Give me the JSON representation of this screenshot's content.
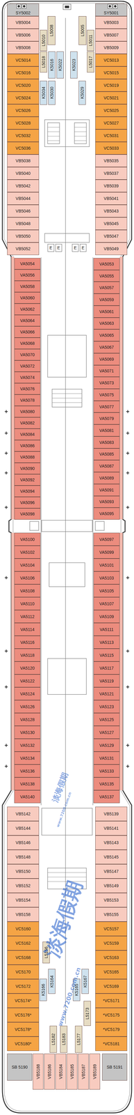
{
  "diagram": {
    "nodes": [
      {
        "text": [
          "SY5002"
        ]
      },
      {
        "text": [
          "SY5001"
        ]
      },
      {
        "text": [
          "VB5004"
        ]
      },
      {
        "text": [
          "VB5006"
        ]
      },
      {
        "text": [
          "VB5008"
        ]
      },
      {
        "text": [
          "VC5014"
        ]
      },
      {
        "text": [
          "VC5016"
        ]
      },
      {
        "text": [
          "VC5020"
        ]
      },
      {
        "text": [
          "VC5024"
        ]
      },
      {
        "text": [
          "VC5026"
        ]
      },
      {
        "text": [
          "VC5028"
        ]
      },
      {
        "text": [
          "VC5032"
        ]
      },
      {
        "text": [
          "VC5036"
        ]
      },
      {
        "text": [
          "VB5038"
        ]
      },
      {
        "text": [
          "VB5040"
        ]
      },
      {
        "text": [
          "VB5042"
        ]
      },
      {
        "text": [
          "VB5044"
        ]
      },
      {
        "text": [
          "VB5046"
        ]
      },
      {
        "text": [
          "VB5048"
        ]
      },
      {
        "text": [
          "VB5050"
        ]
      },
      {
        "text": [
          "VB5052"
        ]
      },
      {
        "text": [
          "L5008"
        ]
      },
      {
        "text": [
          "L5010"
        ]
      },
      {
        "text": [
          "L5018"
        ]
      },
      {
        "text": [
          "K5016"
        ]
      },
      {
        "text": [
          "K5022"
        ]
      },
      {
        "text": [
          "K5034"
        ]
      },
      {
        "text": [
          "K5030"
        ]
      },
      {
        "text": [
          "L5005"
        ]
      },
      {
        "text": [
          "L5011"
        ]
      },
      {
        "text": [
          "L5017"
        ]
      },
      {
        "text": [
          "K5023"
        ]
      },
      {
        "text": [
          "K5029"
        ]
      },
      {
        "text": [
          "VB5003"
        ]
      },
      {
        "text": [
          "VB5007"
        ]
      },
      {
        "text": [
          "VB5009"
        ]
      },
      {
        "text": [
          "VC5013"
        ]
      },
      {
        "text": [
          "VC5015"
        ]
      },
      {
        "text": [
          "VC5019"
        ]
      },
      {
        "text": [
          "VC5021"
        ]
      },
      {
        "text": [
          "VC5025"
        ]
      },
      {
        "text": [
          "VC5027"
        ]
      },
      {
        "text": [
          "VC5031"
        ]
      },
      {
        "text": [
          "VC5033"
        ]
      },
      {
        "text": [
          "VB5035"
        ]
      },
      {
        "text": [
          "VB5037"
        ]
      },
      {
        "text": [
          "VB5039"
        ]
      },
      {
        "text": [
          "VB5041"
        ]
      },
      {
        "text": [
          "VB5043"
        ]
      },
      {
        "text": [
          "VB5045"
        ]
      },
      {
        "text": [
          "VB5047"
        ]
      },
      {
        "text": [
          "VB5049"
        ]
      },
      {
        "text": [
          "VA5054"
        ]
      },
      {
        "text": [
          "VA5056"
        ]
      },
      {
        "text": [
          "VA5058"
        ]
      },
      {
        "text": [
          "VA5060"
        ]
      },
      {
        "text": [
          "VA5062"
        ]
      },
      {
        "text": [
          "VA5064"
        ]
      },
      {
        "text": [
          "VA5066"
        ]
      },
      {
        "text": [
          "VA5068"
        ]
      },
      {
        "text": [
          "VA5070"
        ]
      },
      {
        "text": [
          "VA5072"
        ]
      },
      {
        "text": [
          "VA5074"
        ]
      },
      {
        "text": [
          "VA5076"
        ]
      },
      {
        "text": [
          "VA5078"
        ]
      },
      {
        "text": [
          "VA5080"
        ]
      },
      {
        "text": [
          "VA5082"
        ]
      },
      {
        "text": [
          "VA5084"
        ]
      },
      {
        "text": [
          "VA5086"
        ]
      },
      {
        "text": [
          "VA5088"
        ]
      },
      {
        "text": [
          "VA5090"
        ]
      },
      {
        "text": [
          "VA5092"
        ]
      },
      {
        "text": [
          "VA5094"
        ]
      },
      {
        "text": [
          "VA5096"
        ]
      },
      {
        "text": [
          "VA5098"
        ]
      },
      {
        "text": [
          "VA5053"
        ]
      },
      {
        "text": [
          "VA5055"
        ]
      },
      {
        "text": [
          "VA5057"
        ]
      },
      {
        "text": [
          "VA5059"
        ]
      },
      {
        "text": [
          "VA5061"
        ]
      },
      {
        "text": [
          "VA5063"
        ]
      },
      {
        "text": [
          "VA5065"
        ]
      },
      {
        "text": [
          "VA5067"
        ]
      },
      {
        "text": [
          "VA5069"
        ]
      },
      {
        "text": [
          "VA5071"
        ]
      },
      {
        "text": [
          "VA5073"
        ]
      },
      {
        "text": [
          "VA5075"
        ]
      },
      {
        "text": [
          "VA5077"
        ]
      },
      {
        "text": [
          "VA5079"
        ]
      },
      {
        "text": [
          "VA5081"
        ]
      },
      {
        "text": [
          "VA5083"
        ]
      },
      {
        "text": [
          "VA5085"
        ]
      },
      {
        "text": [
          "VA5087"
        ]
      },
      {
        "text": [
          "VA5089"
        ]
      },
      {
        "text": [
          "VA5091"
        ]
      },
      {
        "text": [
          "VA5093"
        ]
      },
      {
        "text": [
          "VA5095"
        ]
      },
      {
        "text": [
          "VA5100"
        ]
      },
      {
        "text": [
          "VA5102"
        ]
      },
      {
        "text": [
          "VA5104"
        ]
      },
      {
        "text": [
          "VA5106"
        ]
      },
      {
        "text": [
          "VA5108"
        ]
      },
      {
        "text": [
          "VA5110"
        ]
      },
      {
        "text": [
          "VA5112"
        ]
      },
      {
        "text": [
          "VA5114"
        ]
      },
      {
        "text": [
          "VA5116"
        ]
      },
      {
        "text": [
          "VA5118"
        ]
      },
      {
        "text": [
          "VA5120"
        ]
      },
      {
        "text": [
          "VA5122"
        ]
      },
      {
        "text": [
          "VA5124"
        ]
      },
      {
        "text": [
          "VA5126"
        ]
      },
      {
        "text": [
          "VA5128"
        ]
      },
      {
        "text": [
          "VA5130"
        ]
      },
      {
        "text": [
          "VA5132"
        ]
      },
      {
        "text": [
          "VA5134"
        ]
      },
      {
        "text": [
          "VA5136"
        ]
      },
      {
        "text": [
          "VA5138"
        ]
      },
      {
        "text": [
          "VA5140"
        ]
      },
      {
        "text": [
          "VA5097"
        ]
      },
      {
        "text": [
          "VA5099"
        ]
      },
      {
        "text": [
          "VA5101"
        ]
      },
      {
        "text": [
          "VA5103"
        ]
      },
      {
        "text": [
          "VA5105"
        ]
      },
      {
        "text": [
          "VA5107"
        ]
      },
      {
        "text": [
          "VA5109"
        ]
      },
      {
        "text": [
          "VA5111"
        ]
      },
      {
        "text": [
          "VA5113"
        ]
      },
      {
        "text": [
          "VA5115"
        ]
      },
      {
        "text": [
          "VA5117"
        ]
      },
      {
        "text": [
          "VA5119"
        ]
      },
      {
        "text": [
          "VA5121"
        ]
      },
      {
        "text": [
          "VA5123"
        ]
      },
      {
        "text": [
          "VA5125"
        ]
      },
      {
        "text": [
          "VA5127"
        ]
      },
      {
        "text": [
          "VA5129"
        ]
      },
      {
        "text": [
          "VA5131"
        ]
      },
      {
        "text": [
          "VA5133"
        ]
      },
      {
        "text": [
          "VA5135"
        ]
      },
      {
        "text": [
          "VA5137"
        ]
      },
      {
        "text": [
          "VB5142"
        ]
      },
      {
        "text": [
          "VB5144"
        ]
      },
      {
        "text": [
          "VB5146"
        ]
      },
      {
        "text": [
          "VB5148"
        ]
      },
      {
        "text": [
          "VB5150"
        ]
      },
      {
        "text": [
          "VB5152"
        ]
      },
      {
        "text": [
          "VB5154"
        ]
      },
      {
        "text": [
          "VB5158"
        ]
      },
      {
        "text": [
          "VC5160"
        ]
      },
      {
        "text": [
          "VC5162"
        ]
      },
      {
        "text": [
          "VC5168"
        ]
      },
      {
        "text": [
          "VC5170"
        ]
      },
      {
        "text": [
          "VC5172"
        ]
      },
      {
        "text": [
          "VC5174*"
        ]
      },
      {
        "text": [
          "VC5176*"
        ]
      },
      {
        "text": [
          "VC5178*"
        ]
      },
      {
        "text": [
          "VC5180*"
        ]
      },
      {
        "text": [
          "VB5139"
        ]
      },
      {
        "text": [
          "VB5141"
        ]
      },
      {
        "text": [
          "VB5143"
        ]
      },
      {
        "text": [
          "VB5145"
        ]
      },
      {
        "text": [
          "VB5147"
        ]
      },
      {
        "text": [
          "VB5149"
        ]
      },
      {
        "text": [
          "VB5153"
        ]
      },
      {
        "text": [
          "VB5155"
        ]
      },
      {
        "text": [
          "VC5157"
        ]
      },
      {
        "text": [
          "VC5159"
        ]
      },
      {
        "text": [
          "VC5163"
        ]
      },
      {
        "text": [
          "VC5165"
        ]
      },
      {
        "text": [
          "VC5169"
        ]
      },
      {
        "text": [
          "*VC5171"
        ]
      },
      {
        "text": [
          "*VC5175"
        ]
      },
      {
        "text": [
          "*VC5179"
        ]
      },
      {
        "text": [
          "*VC5181"
        ]
      },
      {
        "text": [
          "L5156"
        ]
      },
      {
        "text": [
          "K5166"
        ]
      },
      {
        "text": [
          "K5164"
        ]
      },
      {
        "text": [
          "K5165"
        ]
      },
      {
        "text": [
          "K5167"
        ]
      },
      {
        "text": [
          "L5173"
        ]
      },
      {
        "text": [
          "L5182"
        ]
      },
      {
        "text": [
          "L5183"
        ]
      },
      {
        "text": [
          "L5177"
        ]
      },
      {
        "text": [
          "SB 5190"
        ]
      },
      {
        "text": [
          "VB5188"
        ]
      },
      {
        "text": [
          "VB5186"
        ]
      },
      {
        "text": [
          "VB5184"
        ]
      },
      {
        "text": [
          "VB5185"
        ]
      },
      {
        "text": [
          "VB5187"
        ]
      },
      {
        "text": [
          "VB5189"
        ]
      },
      {
        "text": [
          "SB 5191"
        ]
      }
    ],
    "labels": [
      "E",
      "E",
      "E",
      "E",
      "淡海假期",
      "www.7200.com.cn",
      "淡海假期",
      "www.7200.com.cn"
    ]
  }
}
